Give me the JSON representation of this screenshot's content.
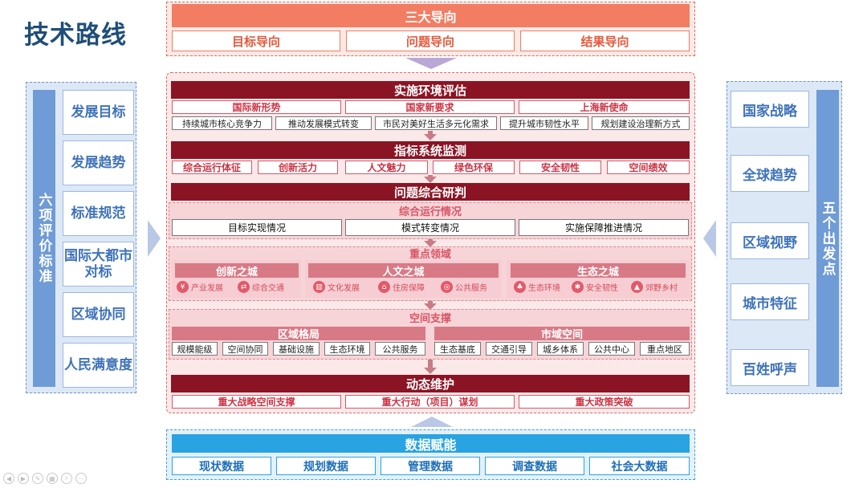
{
  "page_title": "技术路线",
  "top": {
    "header": "三大导向",
    "items": [
      "目标导向",
      "问题导向",
      "结果导向"
    ]
  },
  "left": {
    "vertical_label": "六项评价标准",
    "items": [
      "发展目标",
      "发展趋势",
      "标准规范",
      "国际大都市对标",
      "区域协同",
      "人民满意度"
    ]
  },
  "right": {
    "vertical_label": "五个出发点",
    "items": [
      "国家战略",
      "全球趋势",
      "区域视野",
      "城市特征",
      "百姓呼声"
    ]
  },
  "assessment": {
    "header": "实施环境评估",
    "categories": [
      "国际新形势",
      "国家新要求",
      "上海新使命"
    ],
    "details": [
      "持续城市核心竞争力",
      "推动发展模式转变",
      "市民对美好生活多元化需求",
      "提升城市韧性水平",
      "规划建设治理新方式"
    ]
  },
  "monitoring": {
    "header": "指标系统监测",
    "items": [
      "综合运行体征",
      "创新活力",
      "人文魅力",
      "绿色环保",
      "安全韧性",
      "空间绩效"
    ]
  },
  "research": {
    "header": "问题综合研判",
    "operation": {
      "header": "综合运行情况",
      "items": [
        "目标实现情况",
        "模式转变情况",
        "实施保障推进情况"
      ]
    },
    "focus": {
      "header": "重点领域",
      "groups": [
        {
          "title": "创新之城",
          "items": [
            {
              "icon": "hand-coin-icon",
              "label": "产业发展"
            },
            {
              "icon": "arrows-icon",
              "label": "综合交通"
            }
          ]
        },
        {
          "title": "人文之城",
          "items": [
            {
              "icon": "building-icon",
              "label": "文化发展"
            },
            {
              "icon": "house-icon",
              "label": "住房保障"
            },
            {
              "icon": "globe-icon",
              "label": "公共服务"
            }
          ]
        },
        {
          "title": "生态之城",
          "items": [
            {
              "icon": "leaf-icon",
              "label": "生态环境"
            },
            {
              "icon": "gear-icon",
              "label": "安全韧性"
            },
            {
              "icon": "village-icon",
              "label": "郊野乡村"
            }
          ]
        }
      ]
    },
    "spatial": {
      "header": "空间支撑",
      "groups": [
        {
          "title": "区域格局",
          "items": [
            "规模能级",
            "空间协同",
            "基础设施",
            "生态环境",
            "公共服务"
          ]
        },
        {
          "title": "市域空间",
          "items": [
            "生态基底",
            "交通引导",
            "城乡体系",
            "公共中心",
            "重点地区"
          ]
        }
      ]
    }
  },
  "maintenance": {
    "header": "动态维护",
    "items": [
      "重大战略空间支撑",
      "重大行动（项目）谋划",
      "重大政策突破"
    ]
  },
  "data": {
    "header": "数据赋能",
    "items": [
      "现状数据",
      "规划数据",
      "管理数据",
      "调查数据",
      "社会大数据"
    ]
  }
}
